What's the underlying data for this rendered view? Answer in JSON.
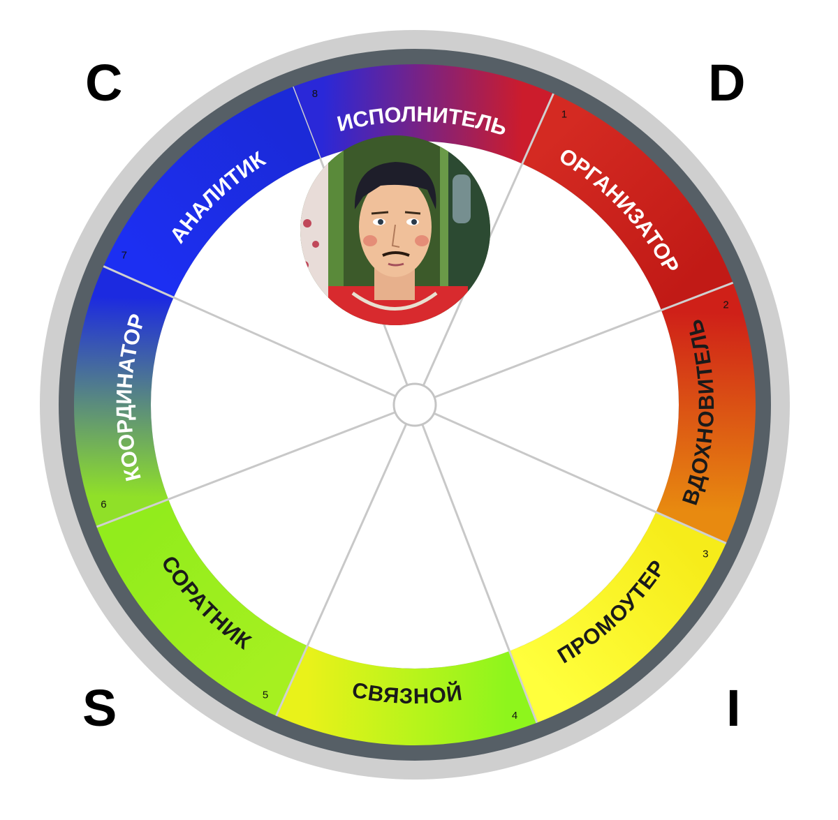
{
  "corners": {
    "top_left": "C",
    "top_right": "D",
    "bottom_left": "S",
    "bottom_right": "I"
  },
  "segments": [
    {
      "number": "1",
      "label": "ОРГАНИЗАТОР",
      "text_color": "#ffffff",
      "colors": [
        "#d42a22",
        "#c11a16"
      ]
    },
    {
      "number": "2",
      "label": "ВДОХНОВИТЕЛЬ",
      "text_color": "#1a1a1a",
      "colors": [
        "#cf2018",
        "#e88a10"
      ]
    },
    {
      "number": "3",
      "label": "ПРОМОУТЕР",
      "text_color": "#1a1a1a",
      "colors": [
        "#f6ec1a",
        "#ffff3c"
      ]
    },
    {
      "number": "4",
      "label": "СВЯЗНОЙ",
      "text_color": "#1a1a1a",
      "colors": [
        "#8ef51c",
        "#e9f21a"
      ]
    },
    {
      "number": "5",
      "label": "СОРАТНИК",
      "text_color": "#1a1a1a",
      "colors": [
        "#a6f020",
        "#92ec1c"
      ]
    },
    {
      "number": "6",
      "label": "КООРДИНАТОР",
      "text_color": "#ffffff",
      "colors": [
        "#90e028",
        "#1c2ae0"
      ]
    },
    {
      "number": "7",
      "label": "АНАЛИТИК",
      "text_color": "#ffffff",
      "colors": [
        "#1c2ff2",
        "#1b2ad8"
      ]
    },
    {
      "number": "8",
      "label": "ИСПОЛНИТЕЛЬ",
      "text_color": "#ffffff",
      "colors": [
        "#2a28d8",
        "#cc1c2c"
      ]
    }
  ],
  "portrait": {
    "icon": "portrait-painting-icon"
  }
}
